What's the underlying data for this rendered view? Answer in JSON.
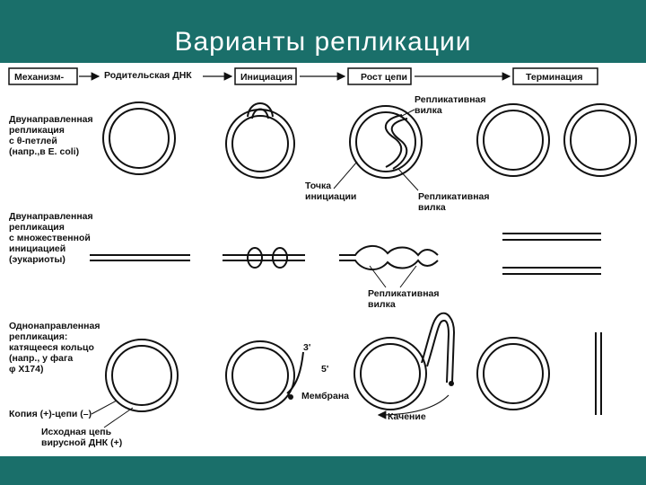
{
  "slide": {
    "title": "Варианты репликации",
    "colors": {
      "band": "#1a6f6a",
      "content": "#ffffff",
      "ink": "#111111"
    }
  },
  "headers": {
    "mechanism": "Механизм-",
    "parent": "Родительская ДНК",
    "initiation": "Инициация",
    "growth": "Рост цепи",
    "termination": "Терминация"
  },
  "rows": {
    "row1": {
      "label": [
        "Двунаправленная",
        "репликация",
        "с θ-петлей",
        "(напр.,в E. coli)"
      ],
      "fork_top": [
        "Репликативная",
        "вилка"
      ],
      "origin": [
        "Точка",
        "инициации"
      ],
      "fork_bottom": [
        "Репликативная",
        "вилка"
      ]
    },
    "row2": {
      "label": [
        "Двунаправленная",
        "репликация",
        "с  множественной",
        "инициацией",
        "(эукариоты)"
      ],
      "fork": [
        "Репликативная",
        "вилка"
      ]
    },
    "row3": {
      "label": [
        "Однонаправленная",
        "репликация:",
        "катящееся кольцо",
        "(напр., у фага",
        "φ X174)"
      ],
      "three_prime": "3'",
      "five_prime": "5'",
      "membrane": "Мембрана",
      "rolling": "Качение",
      "copy_strand": "Копия (+)-цепи  (–)",
      "original_strand": [
        "Исходная цепь",
        "вирусной ДНК  (+)"
      ]
    }
  }
}
